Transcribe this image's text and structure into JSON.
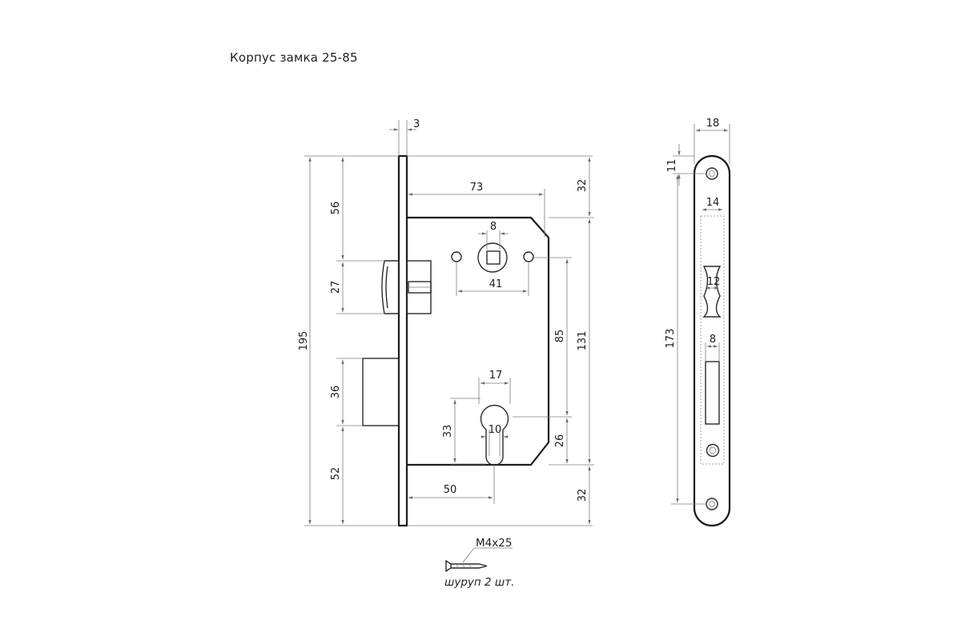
{
  "title": "Корпус замка 25-85",
  "dimensions": {
    "faceplate_thickness": "3",
    "backset_top": "73",
    "spindle_square": "8",
    "screw_spacing": "41",
    "total_height": "195",
    "top_to_latch": "56",
    "latch_height": "27",
    "bolt_height": "36",
    "bottom_to_bolt": "52",
    "top_offset_right": "32",
    "center_distance": "85",
    "body_height": "131",
    "cylinder_width": "17",
    "cylinder_height": "33",
    "cylinder_slot": "10",
    "cylinder_to_bottom": "26",
    "backset": "50",
    "bottom_offset_right": "32",
    "strike_width": "18",
    "strike_top_hole": "11",
    "strike_inner_width": "14",
    "strike_latch_opening": "12",
    "strike_length": "173",
    "strike_bolt_opening": "8"
  },
  "screw": {
    "spec": "M4x25",
    "note": "шуруп 2 шт."
  }
}
